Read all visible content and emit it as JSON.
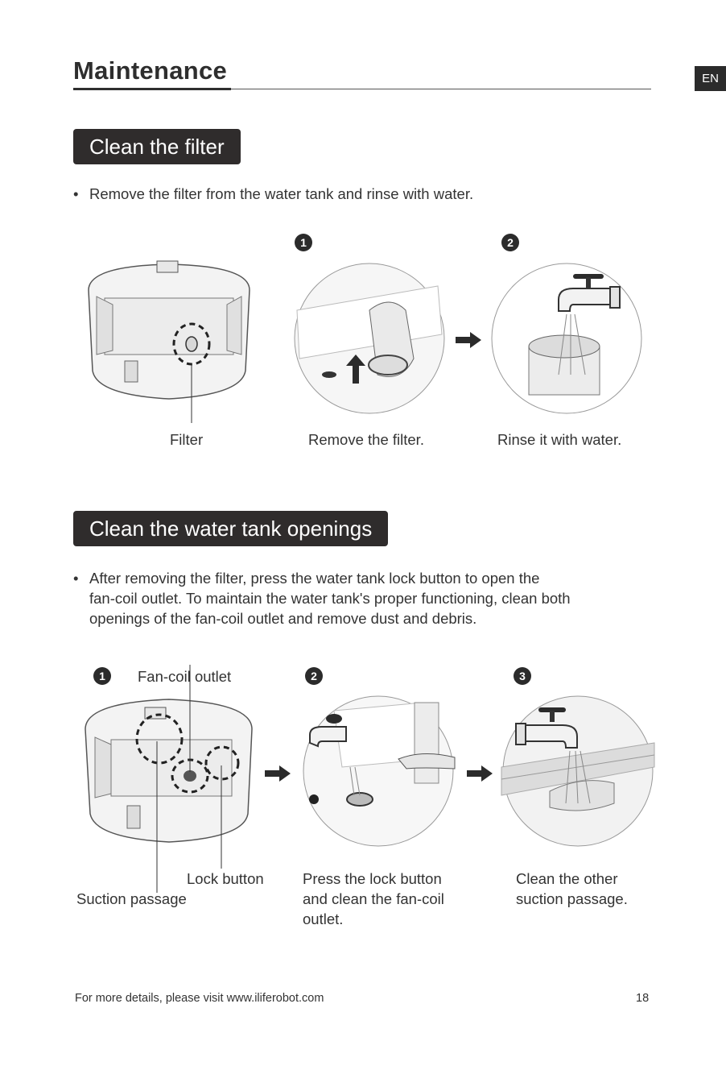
{
  "header": {
    "title": "Maintenance",
    "lang_badge": "EN"
  },
  "section1": {
    "heading": "Clean the filter",
    "bullet": "Remove the filter from the water tank and rinse with water.",
    "steps": [
      {
        "number": "1",
        "caption": "Remove the filter."
      },
      {
        "number": "2",
        "caption": "Rinse it with water."
      }
    ],
    "callout": "Filter"
  },
  "section2": {
    "heading": "Clean the water tank openings",
    "bullet_lines": [
      "After removing the filter, press the water tank lock button to open the",
      "fan-coil outlet. To maintain the water tank's proper functioning, clean both",
      "openings of the fan-coil outlet and remove dust and debris."
    ],
    "steps": [
      {
        "number": "1",
        "callout_top": "Fan-coil outlet",
        "callout_lock": "Lock button",
        "callout_suction": "Suction passage"
      },
      {
        "number": "2",
        "caption_lines": [
          "Press the lock button",
          "and clean the fan-coil",
          "outlet."
        ]
      },
      {
        "number": "3",
        "caption_lines": [
          "Clean the other",
          "suction passage."
        ]
      }
    ]
  },
  "footer": {
    "text": "For more details, please visit www.iliferobot.com",
    "page_number": "18"
  },
  "icons": [
    "arrow-right-icon",
    "arrow-up-icon",
    "faucet-icon",
    "water-tank-illustration"
  ]
}
